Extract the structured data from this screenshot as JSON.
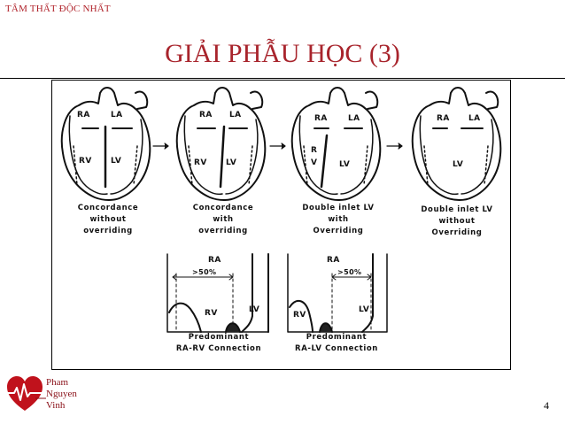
{
  "header": {
    "label": "TÂM THẤT ĐỘC NHẤT"
  },
  "title": "GIẢI PHẪU HỌC (3)",
  "figure": {
    "hearts": [
      {
        "labels": [
          "RA",
          "LA",
          "RV",
          "LV"
        ],
        "caption": [
          "Concordance",
          "without",
          "overriding"
        ]
      },
      {
        "labels": [
          "RA",
          "LA",
          "RV",
          "LV"
        ],
        "caption": [
          "Concordance",
          "with",
          "overriding"
        ]
      },
      {
        "labels": [
          "RA",
          "LA",
          "R",
          "V",
          "LV"
        ],
        "caption": [
          "Double inlet LV",
          "with",
          "Overriding"
        ]
      },
      {
        "labels": [
          "RA",
          "LA",
          "LV"
        ],
        "caption": [
          "Double inlet LV",
          "without",
          "Overriding"
        ]
      }
    ],
    "details": [
      {
        "ra": "RA",
        "percent": ">50%",
        "rv": "RV",
        "lv": "LV",
        "caption": [
          "Predominant",
          "RA-RV Connection"
        ]
      },
      {
        "ra": "RA",
        "percent": ">50%",
        "rv": "RV",
        "lv": "LV",
        "caption": [
          "Predominant",
          "RA-LV Connection"
        ]
      }
    ]
  },
  "logo": {
    "lines": [
      "Pham",
      "Nguyen",
      "Vinh"
    ],
    "accent": "#c0121c"
  },
  "page_number": "4"
}
